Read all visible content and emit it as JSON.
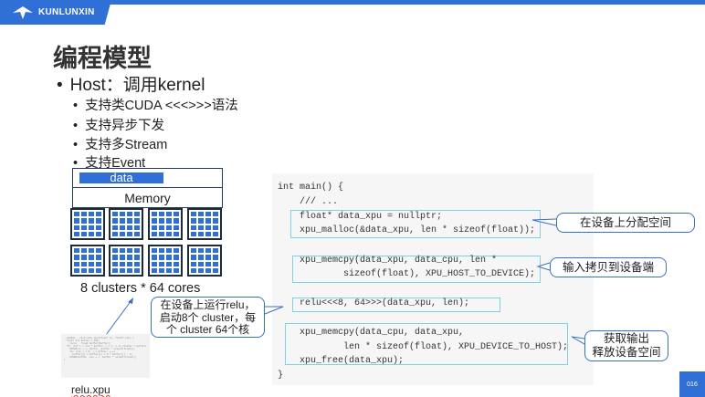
{
  "header": {
    "brand": "KUNLUNXIN"
  },
  "title": "编程模型",
  "bullets": {
    "main": "Host：调用kernel",
    "subs": [
      "支持类CUDA <<<>>>语法",
      "支持异步下发",
      "支持多Stream",
      "支持Event"
    ]
  },
  "diagram": {
    "data_label": "data",
    "memory_label": "Memory",
    "clusters_label": "8 clusters * 64 cores",
    "file_label": "relu.xpu"
  },
  "code_lines": [
    "int main() {",
    "    /// ...",
    "    float* data_xpu = nullptr;",
    "    xpu_malloc(&data_xpu, len * sizeof(float));",
    "    xpu_memcpy(data_xpu, data_cpu, len *",
    "            sizeof(float), XPU_HOST_TO_DEVICE);",
    "    relu<<<8, 64>>>(data_xpu, len);",
    "    xpu_memcpy(data_cpu, data_xpu,",
    "            len * sizeof(float), XPU_DEVICE_TO_HOST);",
    "    xpu_free(data_xpu);",
    "}"
  ],
  "callouts": {
    "alloc": "在设备上分配空间",
    "copy_in": "输入拷贝到设备端",
    "run_l1": "在设备上运行relu，",
    "run_l2": "启动8个 cluster，每",
    "run_l3": "个 cluster 64个核",
    "out_l1": "获取输出",
    "out_l2": "释放设备空间"
  },
  "page_number": "016"
}
